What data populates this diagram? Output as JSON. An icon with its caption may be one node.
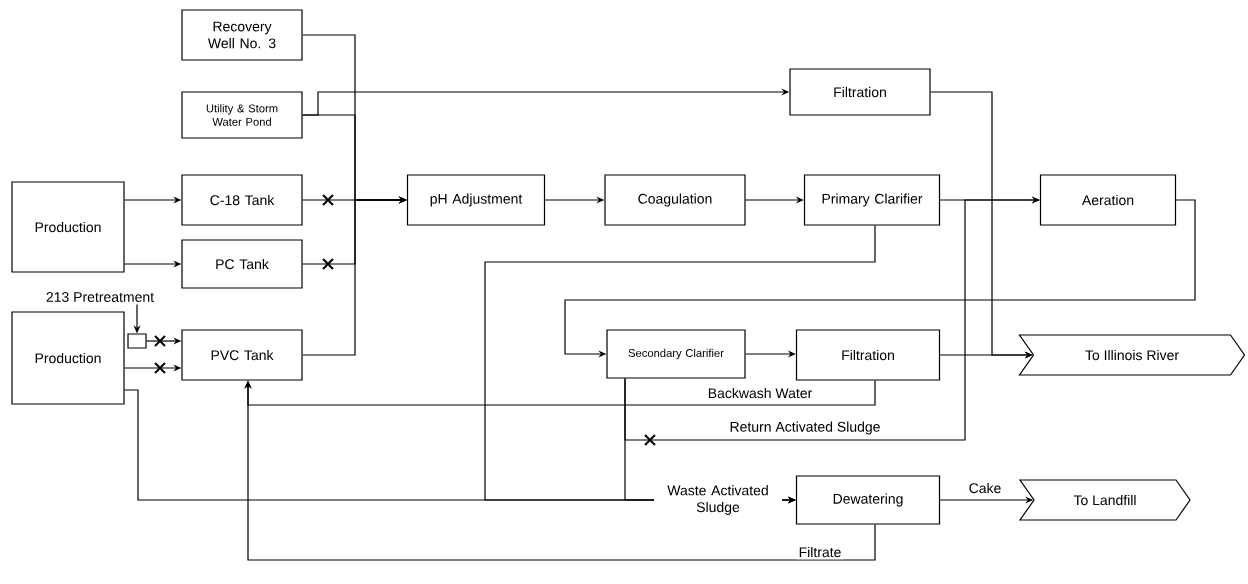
{
  "diagram": {
    "nodes": [
      {
        "text": [
          "Recovery Well No. 3"
        ]
      },
      {
        "text": [
          "Utility & Storm Water Pond"
        ]
      },
      {
        "text": [
          "Production"
        ]
      },
      {
        "text": [
          "C-18 Tank"
        ]
      },
      {
        "text": [
          "PC Tank"
        ]
      },
      {
        "text": [
          "Production"
        ]
      },
      {
        "text": [
          "PVC Tank"
        ]
      },
      {
        "text": [
          "213 Pretreatment"
        ]
      },
      {
        "text": [],
        "shape": "box"
      },
      {
        "text": [
          "pH Adjustment"
        ]
      },
      {
        "text": [
          "Coagulation"
        ]
      },
      {
        "text": [
          "Primary Clarifier"
        ]
      },
      {
        "text": [
          "Filtration"
        ]
      },
      {
        "text": [
          "Aeration"
        ]
      },
      {
        "text": [
          "Secondary Clarifier"
        ]
      },
      {
        "text": [
          "Filtration"
        ]
      },
      {
        "text": [
          "To Illinois River"
        ]
      },
      {
        "text": [
          "Dewatering"
        ]
      },
      {
        "text": [
          "To Landfill"
        ]
      }
    ],
    "edges": [
      {
        "from": 0,
        "to": 9,
        "arrow": "to"
      },
      {
        "from": 1,
        "to": 9,
        "arrow": "to"
      },
      {
        "from": 1,
        "to": 12,
        "arrow": "to"
      },
      {
        "from": 3,
        "to": 9,
        "arrow": "to"
      },
      {
        "from": 4,
        "to": 9,
        "arrow": "to"
      },
      {
        "from": 6,
        "to": 9,
        "arrow": "to"
      },
      {
        "from": 2,
        "to": 3,
        "arrow": "to"
      },
      {
        "from": 2,
        "to": 4,
        "arrow": "to"
      },
      {
        "from": 7,
        "to": 8,
        "arrow": "to"
      },
      {
        "from": 8,
        "to": 6,
        "arrow": "to"
      },
      {
        "from": 5,
        "to": 6,
        "arrow": "to"
      },
      {
        "from": 5,
        "to": 17,
        "arrow": "to"
      },
      {
        "from": 9,
        "to": 10,
        "arrow": "to"
      },
      {
        "from": 10,
        "to": 11,
        "arrow": "to"
      },
      {
        "from": 11,
        "to": 13,
        "arrow": "to"
      },
      {
        "from": 11,
        "to": 17,
        "arrow": "to"
      },
      {
        "from": 12,
        "to": 16,
        "arrow": "to"
      },
      {
        "from": 13,
        "to": 14,
        "arrow": "to"
      },
      {
        "from": 14,
        "to": 15,
        "arrow": "to"
      },
      {
        "from": 15,
        "to": 16,
        "arrow": "to"
      },
      {
        "from": 15,
        "to": 6,
        "arrow": "to",
        "label": "Backwash Water"
      },
      {
        "from": 14,
        "to": 13,
        "arrow": "to",
        "label": "Return Activated Sludge"
      },
      {
        "from": 14,
        "to": 17,
        "arrow": "to",
        "label": "Waste Activated Sludge"
      },
      {
        "from": 17,
        "to": 18,
        "arrow": "to",
        "label": "Cake"
      },
      {
        "from": 17,
        "to": 6,
        "arrow": "to",
        "label": "Filtrate"
      }
    ]
  }
}
